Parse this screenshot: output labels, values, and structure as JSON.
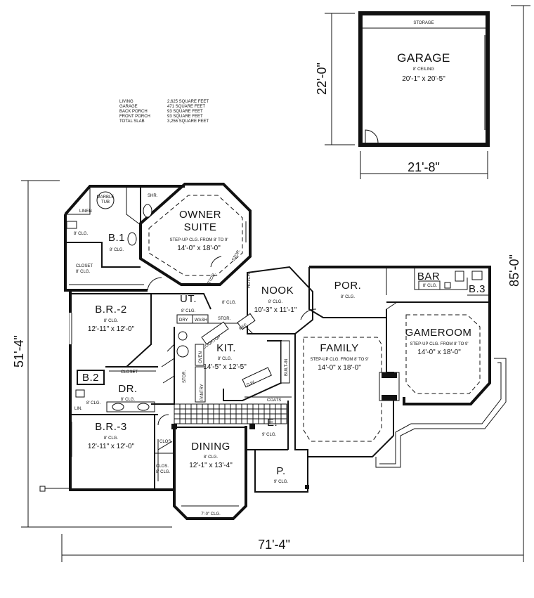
{
  "area_table": [
    {
      "label": "LIVING",
      "value": "2,625 SQUARE FEET"
    },
    {
      "label": "GARAGE",
      "value": "471 SQUARE FEET"
    },
    {
      "label": "BACK PORCH",
      "value": "93 SQUARE FEET"
    },
    {
      "label": "FRONT PORCH",
      "value": "93 SQUARE FEET"
    },
    {
      "label": "TOTAL SLAB",
      "value": "3,256 SQUARE FEET"
    }
  ],
  "garage": {
    "name": "GARAGE",
    "ceiling": "8' CEILING",
    "size": "20'-1\" x 20'-5\"",
    "storage": "STORAGE",
    "width_dim": "21'-8\"",
    "depth_dim": "22'-0\""
  },
  "owner_suite": {
    "name1": "OWNER",
    "name2": "SUITE",
    "ceiling": "STEP-UP CLG. FROM 8' TO 9'",
    "size": "14'-0\" x 18'-0\""
  },
  "b1": {
    "name": "B.1",
    "ceiling": "8' CLG.",
    "ceiling2": "8' CLG.",
    "marble1": "MARBLE",
    "marble2": "TUB",
    "shower": "SHR.",
    "linen": "LINEN",
    "closet1": "CLOSET",
    "closet2": "8' CLG."
  },
  "br2": {
    "name": "B.R.-2",
    "ceiling": "8' CLG.",
    "size": "12'-11\" x 12'-0\"",
    "closet": "CLOSET"
  },
  "b2": {
    "name": "B.2",
    "ceiling": "8' CLG.",
    "linen": "LIN."
  },
  "dr": {
    "name": "DR.",
    "ceiling": "8' CLG."
  },
  "br3": {
    "name": "B.R.-3",
    "ceiling": "8' CLG.",
    "size": "12'-11\" x 12'-0\"",
    "clos1": "CLOS.",
    "clos2": "CLOS.",
    "clos2c": "8' CLG."
  },
  "ut": {
    "name": "UT.",
    "ceiling": "8' CLG.",
    "dry": "DRY",
    "wash": "WASH",
    "stor": "STOR.",
    "stor2": "STOR.",
    "stor3": "STOR.",
    "stor4": "STOR.",
    "ceiling2": "8' CLG."
  },
  "nook": {
    "name": "NOOK",
    "ceiling": "8' CLG.",
    "size": "10'-3\" x 11'-1\"",
    "hutch": "HUTCH"
  },
  "kit": {
    "name": "KIT.",
    "ceiling": "8' CLG.",
    "size": "14'-5\" x 12'-5\"",
    "cooktop": "COOKTOP",
    "oven": "OVEN",
    "pantry": "PANTRY",
    "ref": "REF.",
    "builtin": "BUILT-IN",
    "coats": "COATS",
    "dw": "D.W."
  },
  "por": {
    "name": "POR.",
    "ceiling": "8' CLG."
  },
  "family": {
    "name": "FAMILY",
    "ceiling": "STEP-UP CLG. FROM 8' TO 9'",
    "size": "14'-0\" x 18'-0\""
  },
  "gameroom": {
    "name": "GAMEROOM",
    "ceiling": "STEP-UP CLG. FROM 8' TO 9'",
    "size": "14'-0\" x 18'-0\""
  },
  "bar": {
    "name": "BAR",
    "ceiling": "8' CLG."
  },
  "b3": {
    "name": "B.3"
  },
  "entry": {
    "name": "E.",
    "ceiling": "9' CLG."
  },
  "dining": {
    "name": "DINING",
    "ceiling": "8' CLG.",
    "size": "12'-1\" x 13'-4\"",
    "bay": "7'-0\" CLG."
  },
  "porch": {
    "name": "P.",
    "ceiling": "9' CLG."
  },
  "dims": {
    "overall_width": "71'-4\"",
    "left_depth": "51'-4\"",
    "total_depth": "85'-0\""
  }
}
